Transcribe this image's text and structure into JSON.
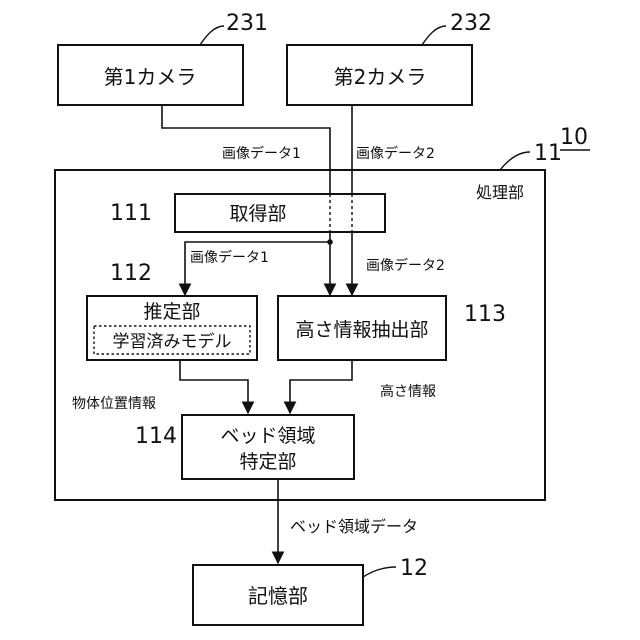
{
  "diagram": {
    "system_ref": "10",
    "processor": {
      "ref": "11",
      "label": "処理部"
    },
    "camera1": {
      "ref": "231",
      "label": "第1カメラ"
    },
    "camera2": {
      "ref": "232",
      "label": "第2カメラ"
    },
    "acquisition": {
      "ref": "111",
      "label": "取得部"
    },
    "estimation": {
      "ref": "112",
      "label": "推定部",
      "sub_label": "学習済みモデル"
    },
    "height_extraction": {
      "ref": "113",
      "label": "高さ情報抽出部"
    },
    "bed_region": {
      "ref": "114",
      "label_line1": "ベッド領域",
      "label_line2": "特定部"
    },
    "storage": {
      "ref": "12",
      "label": "記憶部"
    },
    "edges": {
      "image_data_1_in": "画像データ1",
      "image_data_2_in": "画像データ2",
      "image_data_1_inner": "画像データ1",
      "image_data_2_inner": "画像データ2",
      "object_position": "物体位置情報",
      "height_info": "高さ情報",
      "bed_region_data": "ベッド領域データ"
    }
  }
}
